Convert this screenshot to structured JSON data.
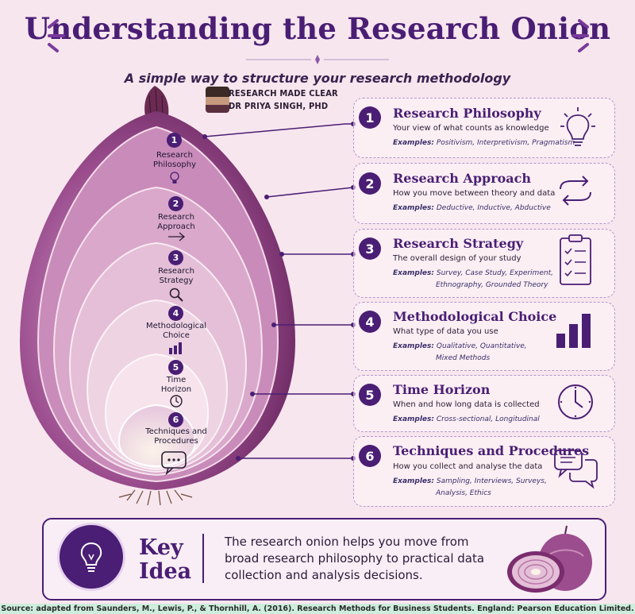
{
  "header": {
    "title": "Understanding the Research Onion",
    "subtitle": "A simple way to structure your research methodology",
    "brand": "RESEARCH MADE CLEAR",
    "author": "DR PRIYA SINGH, PHD"
  },
  "onion_layers": [
    {
      "num": "1",
      "label_lines": [
        "Research",
        "Philosophy"
      ],
      "icon": "lightbulb-icon"
    },
    {
      "num": "2",
      "label_lines": [
        "Research",
        "Approach"
      ],
      "icon": "arrow-right-icon"
    },
    {
      "num": "3",
      "label_lines": [
        "Research",
        "Strategy"
      ],
      "icon": "magnifier-icon"
    },
    {
      "num": "4",
      "label_lines": [
        "Methodological",
        "Choice"
      ],
      "icon": "bar-chart-icon"
    },
    {
      "num": "5",
      "label_lines": [
        "Time",
        "Horizon"
      ],
      "icon": "clock-icon"
    },
    {
      "num": "6",
      "label_lines": [
        "Techniques and",
        "Procedures"
      ],
      "icon": "chat-bubble-icon"
    }
  ],
  "cards": [
    {
      "num": "1",
      "title": "Research Philosophy",
      "desc": "Your view of what counts as knowledge",
      "examples_label": "Examples:",
      "examples": [
        "Positivism, Interpretivism, Pragmatism"
      ],
      "icon": "lightbulb-icon"
    },
    {
      "num": "2",
      "title": "Research Approach",
      "desc": "How you move between theory and data",
      "examples_label": "Examples:",
      "examples": [
        "Deductive, Inductive, Abductive"
      ],
      "icon": "cycle-arrows-icon"
    },
    {
      "num": "3",
      "title": "Research Strategy",
      "desc": "The overall design of your study",
      "examples_label": "Examples:",
      "examples": [
        "Survey, Case Study, Experiment,",
        "Ethnography, Grounded Theory"
      ],
      "icon": "clipboard-checklist-icon"
    },
    {
      "num": "4",
      "title": "Methodological Choice",
      "desc": "What type of data you use",
      "examples_label": "Examples:",
      "examples": [
        "Qualitative, Quantitative,",
        "Mixed Methods"
      ],
      "icon": "bar-chart-icon"
    },
    {
      "num": "5",
      "title": "Time Horizon",
      "desc": "When and how long data is collected",
      "examples_label": "Examples:",
      "examples": [
        "Cross-sectional, Longitudinal"
      ],
      "icon": "clock-icon"
    },
    {
      "num": "6",
      "title": "Techniques and Procedures",
      "desc": "How you collect and analyse the data",
      "examples_label": "Examples:",
      "examples": [
        "Sampling, Interviews, Surveys,",
        "Analysis, Ethics"
      ],
      "icon": "chat-bubbles-icon"
    }
  ],
  "key_idea": {
    "title_lines": [
      "Key",
      "Idea"
    ],
    "text": "The research onion helps you move from broad research philosophy to practical data collection and analysis decisions."
  },
  "source": "Source: adapted from Saunders, M., Lewis, P., & Thornhill, A. (2016). Research Methods for Business Students. England: Pearson Education Limited.",
  "colors": {
    "primary_purple": "#4a1e74",
    "background": "#f7e6ee",
    "onion_outer": "#7a2d6e",
    "source_bar": "#cdeedd"
  }
}
